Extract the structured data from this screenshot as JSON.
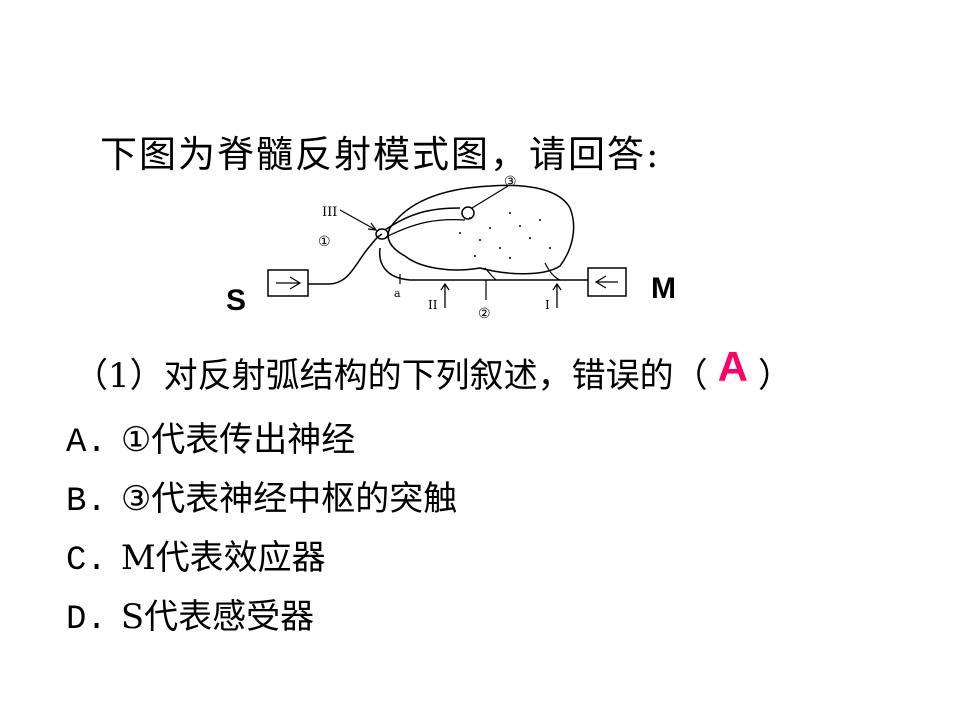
{
  "title": "下图为脊髓反射模式图，请回答:",
  "diagram": {
    "label_s": "S",
    "label_m": "M",
    "marker_1": "①",
    "marker_2": "②",
    "marker_3": "③",
    "marker_III": "III",
    "marker_II": "II",
    "marker_I": "I",
    "marker_a": "a"
  },
  "question": {
    "text_before": "（1）对反射弧结构的下列叙述，错误的（",
    "answer": "A",
    "text_after": "）"
  },
  "options": [
    {
      "letter": "A.",
      "text": "①代表传出神经"
    },
    {
      "letter": "B.",
      "text": "③代表神经中枢的突触"
    },
    {
      "letter": "C.",
      "text": "M代表效应器"
    },
    {
      "letter": "D.",
      "text": "S代表感受器"
    }
  ]
}
